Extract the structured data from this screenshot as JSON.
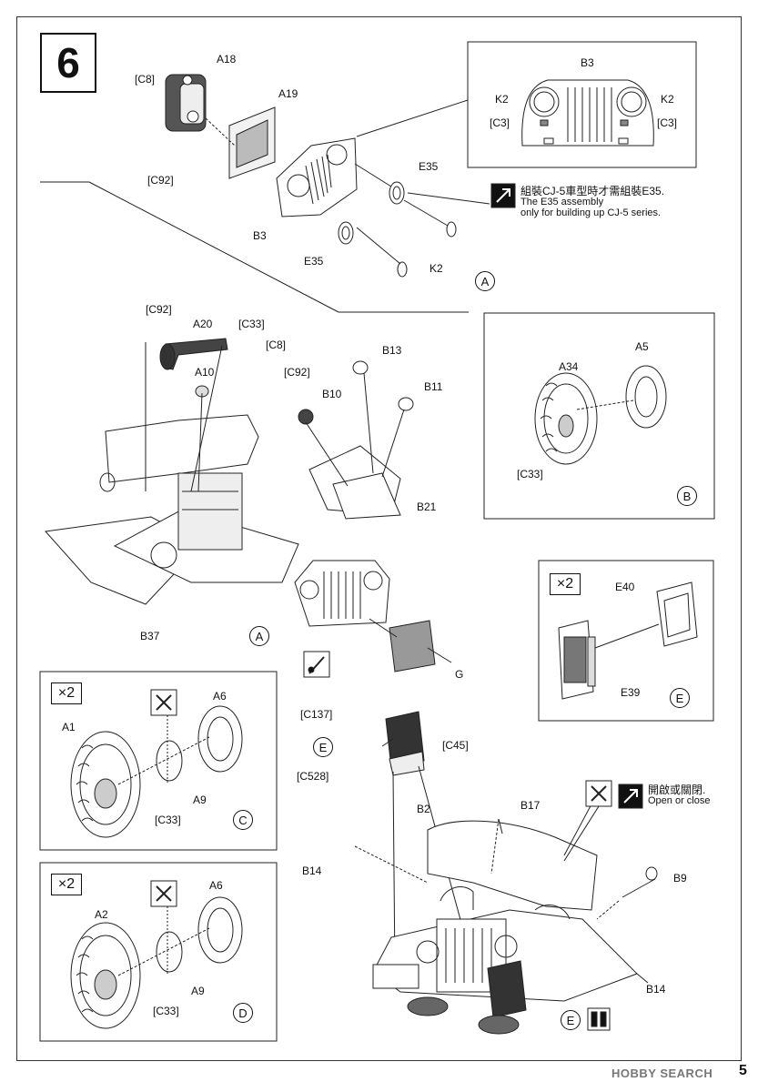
{
  "step": {
    "number": "6"
  },
  "labels": {
    "a18": "A18",
    "c8_top": "[C8]",
    "a19": "A19",
    "c92_top": "[C92]",
    "b3_main": "B3",
    "e35_upper": "E35",
    "e35_lower": "E35",
    "k2_main": "K2",
    "inset_b3": "B3",
    "inset_k2_left": "K2",
    "inset_k2_right": "K2",
    "inset_c3_left": "[C3]",
    "inset_c3_right": "[C3]",
    "c92_mid": "[C92]",
    "a20": "A20",
    "c33_mid": "[C33]",
    "c8_mid": "[C8]",
    "a10": "A10",
    "b13": "B13",
    "c92_b10": "[C92]",
    "b10": "B10",
    "b11": "B11",
    "b21": "B21",
    "b37": "B37",
    "g": "G",
    "a34": "A34",
    "a5": "A5",
    "c33_b": "[C33]",
    "e40": "E40",
    "e39": "E39",
    "a6_c": "A6",
    "a1": "A1",
    "a9_c": "A9",
    "c33_c": "[C33]",
    "a6_d": "A6",
    "a2": "A2",
    "a9_d": "A9",
    "c33_d": "[C33]",
    "c137": "[C137]",
    "c45": "[C45]",
    "c528": "[C528]",
    "b2": "B2",
    "b17": "B17",
    "b14_left": "B14",
    "b9": "B9",
    "b14_right": "B14"
  },
  "notes": {
    "e35_zh": "組裝CJ-5車型時才需組裝E35.",
    "e35_en_1": "The E35 assembly",
    "e35_en_2": "only for building up CJ-5 series.",
    "open_zh": "開啟或關閉.",
    "open_en": "Open or close"
  },
  "callouts": {
    "a_top": "A",
    "a_mid": "A",
    "b": "B",
    "c": "C",
    "d": "D",
    "e_box": "E",
    "e_tank": "E",
    "e_bottom": "E"
  },
  "multipliers": {
    "x2_e": "×2",
    "x2_c": "×2",
    "x2_d": "×2"
  },
  "footer": {
    "source": "HOBBY SEARCH",
    "page": "5"
  }
}
